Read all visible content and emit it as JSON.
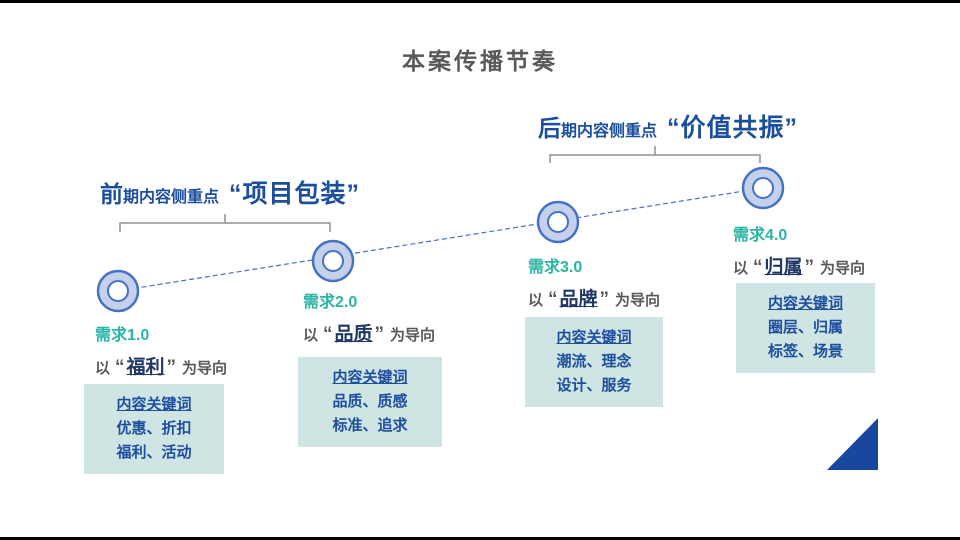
{
  "title": "本案传播节奏",
  "phases": [
    {
      "lead": "前",
      "rest": "期内容侧重点",
      "highlight": "“项目包装”"
    },
    {
      "lead": "后",
      "rest": "期内容侧重点",
      "highlight": "“价值共振”"
    }
  ],
  "labels": {
    "orient_prefix": "以",
    "orient_suffix": "为导向",
    "quote_open": "“",
    "quote_close": "”"
  },
  "milestones": [
    {
      "name": "需求1.0",
      "keyword": "福利",
      "box": {
        "title": "内容关键词",
        "line1": "优惠、折扣",
        "line2": "福利、活动"
      }
    },
    {
      "name": "需求2.0",
      "keyword": "品质",
      "box": {
        "title": "内容关键词",
        "line1": "品质、质感",
        "line2": "标准、追求"
      }
    },
    {
      "name": "需求3.0",
      "keyword": "品牌",
      "box": {
        "title": "内容关键词",
        "line1": "潮流、理念",
        "line2": "设计、服务"
      }
    },
    {
      "name": "需求4.0",
      "keyword": "归属",
      "box": {
        "title": "内容关键词",
        "line1": "圈层、归属",
        "line2": "标签、场景"
      }
    }
  ],
  "colors": {
    "title_gray": "#595959",
    "phase_blue": "#1B4F9E",
    "keyword_navy": "#1F3864",
    "milestone_teal": "#2BB5A5",
    "box_bg": "#CFE5E3",
    "box_text": "#1D4E9E",
    "marker_fill": "#C5D0EB",
    "marker_stroke": "#4472C4",
    "trend_line": "#4472C4",
    "bracket_gray": "#909090",
    "corner_triangle": "#17479E"
  }
}
